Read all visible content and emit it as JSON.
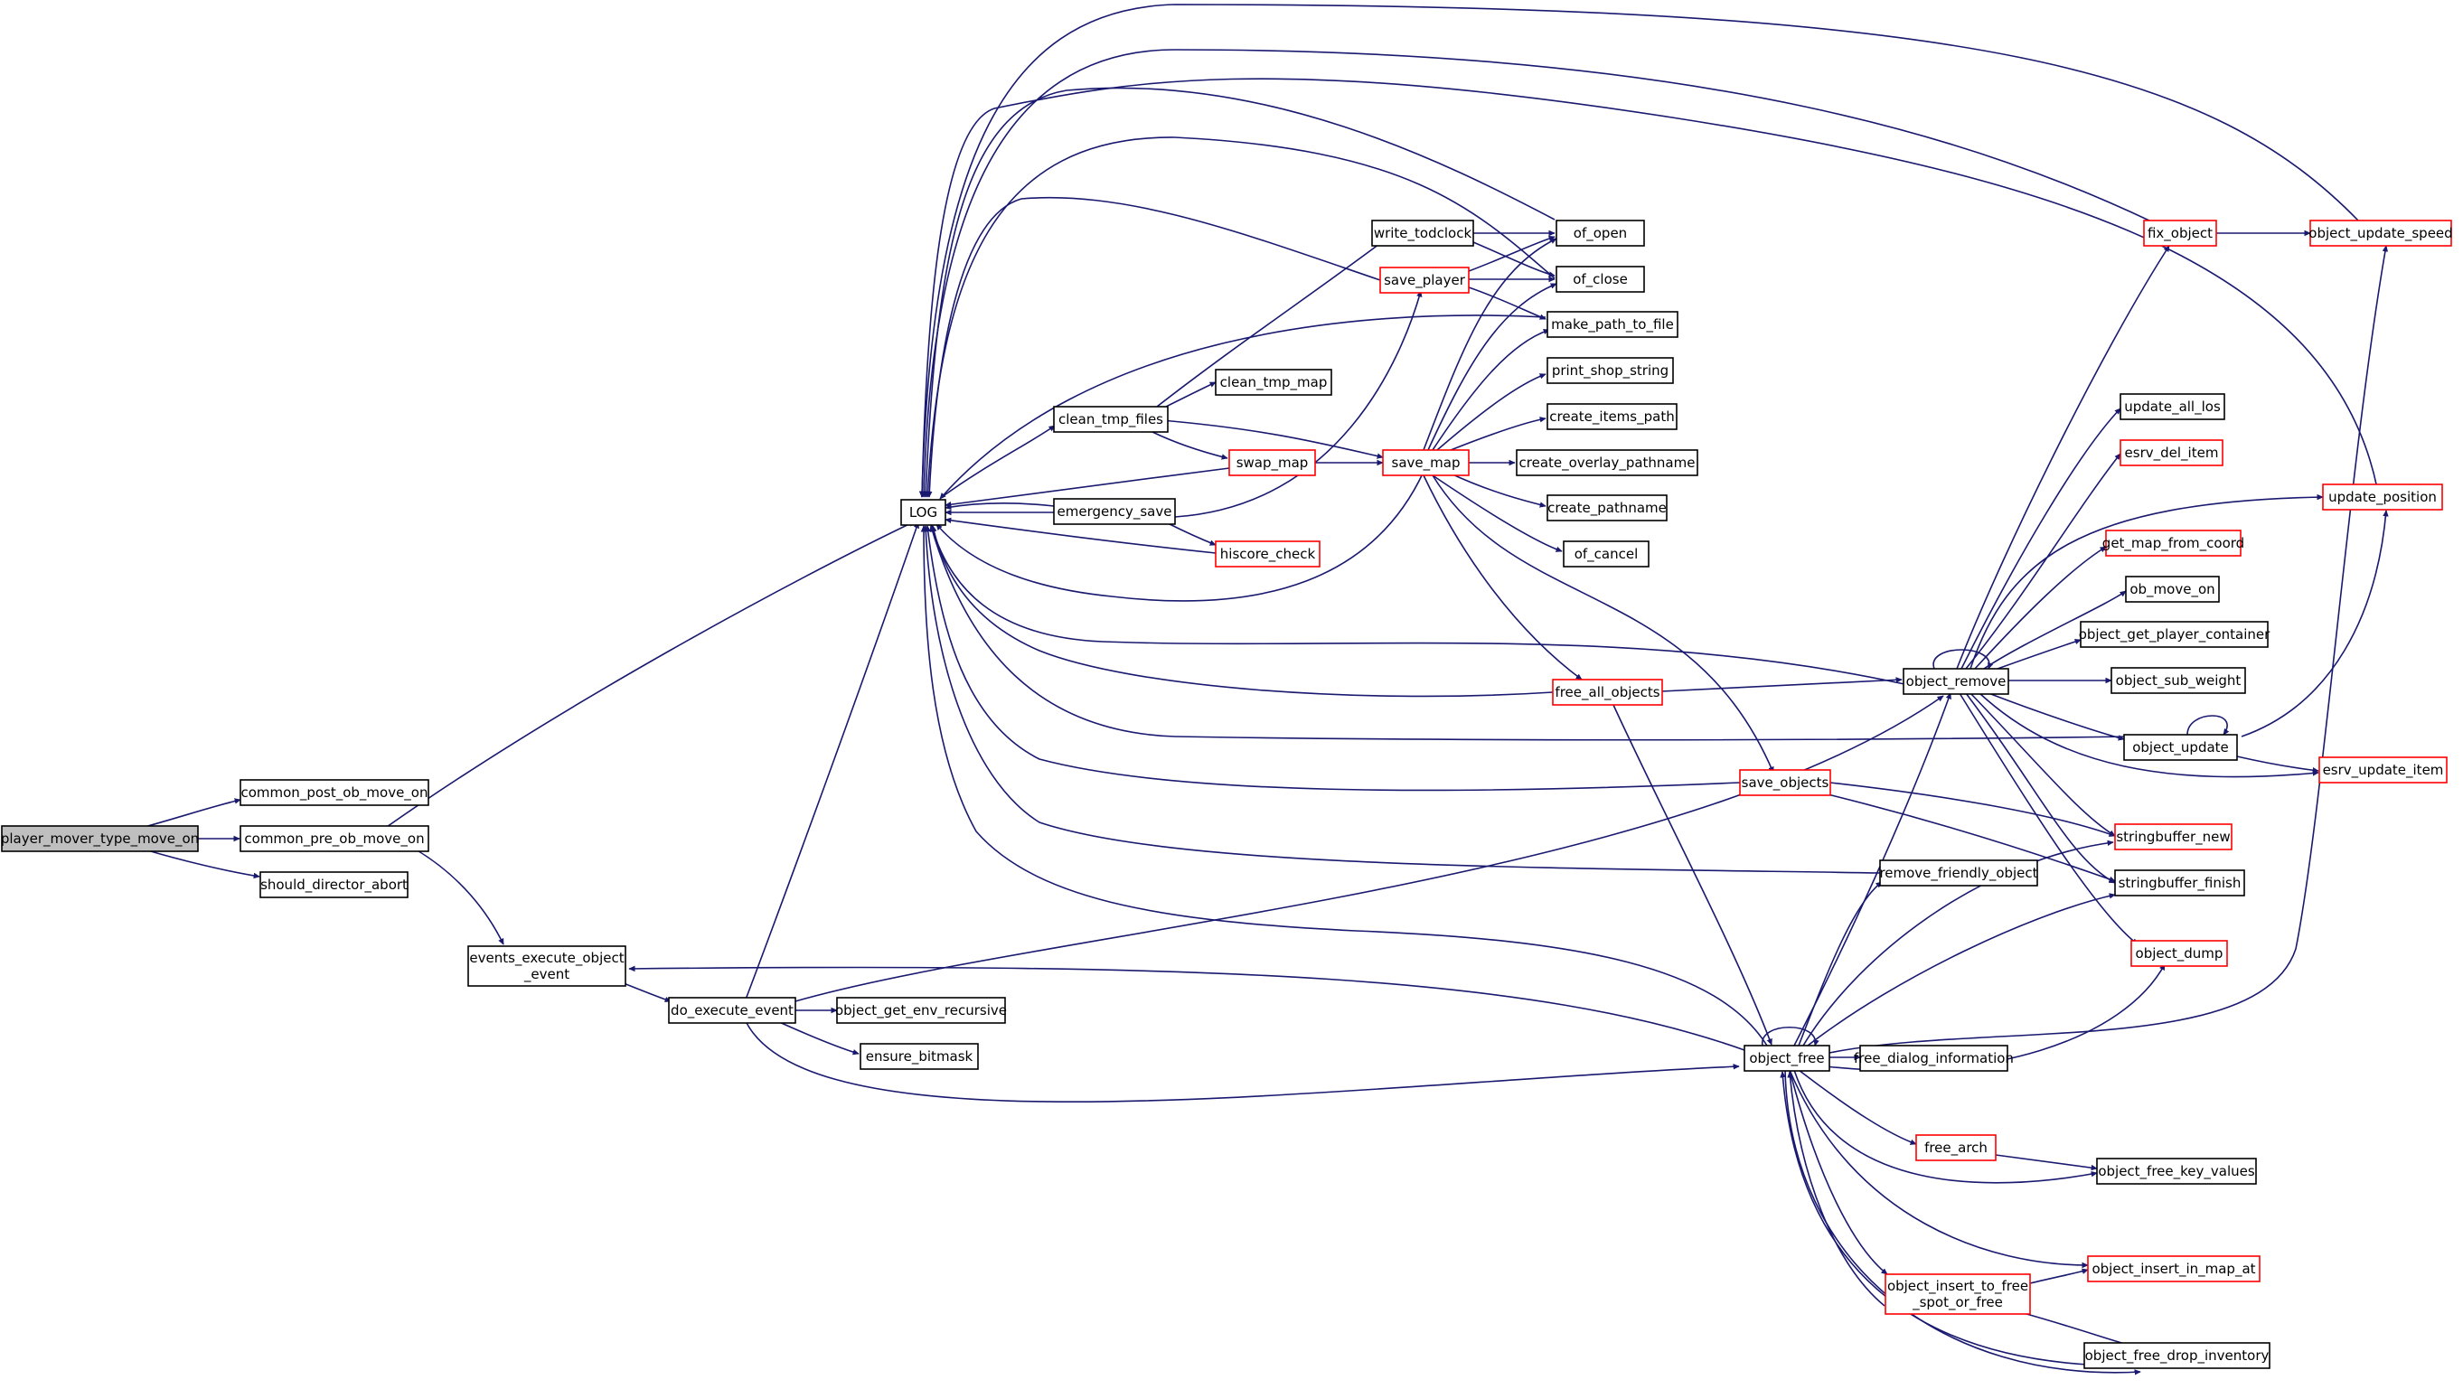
{
  "colors": {
    "edge": "#191970",
    "normal_border": "#000000",
    "red_border": "#ff0000",
    "root_fill": "#bfbfbf"
  },
  "nodes": {
    "root": {
      "lines": [
        "player_mover_type_move_on"
      ],
      "kind": "root"
    },
    "common_post": {
      "lines": [
        "common_post_ob_move_on"
      ],
      "kind": "normal"
    },
    "common_pre": {
      "lines": [
        "common_pre_ob_move_on"
      ],
      "kind": "normal"
    },
    "should_abort": {
      "lines": [
        "should_director_abort"
      ],
      "kind": "normal"
    },
    "events_exec": {
      "lines": [
        "events_execute_object",
        "_event"
      ],
      "kind": "normal"
    },
    "do_exec": {
      "lines": [
        "do_execute_event"
      ],
      "kind": "normal"
    },
    "get_env": {
      "lines": [
        "object_get_env_recursive"
      ],
      "kind": "normal"
    },
    "ensure_bm": {
      "lines": [
        "ensure_bitmask"
      ],
      "kind": "normal"
    },
    "log": {
      "lines": [
        "LOG"
      ],
      "kind": "normal"
    },
    "write_tod": {
      "lines": [
        "write_todclock"
      ],
      "kind": "normal"
    },
    "save_player": {
      "lines": [
        "save_player"
      ],
      "kind": "red"
    },
    "clean_tmp_map": {
      "lines": [
        "clean_tmp_map"
      ],
      "kind": "normal"
    },
    "clean_tmp_files": {
      "lines": [
        "clean_tmp_files"
      ],
      "kind": "normal"
    },
    "swap_map": {
      "lines": [
        "swap_map"
      ],
      "kind": "red"
    },
    "emergency": {
      "lines": [
        "emergency_save"
      ],
      "kind": "normal"
    },
    "hiscore": {
      "lines": [
        "hiscore_check"
      ],
      "kind": "red"
    },
    "save_map": {
      "lines": [
        "save_map"
      ],
      "kind": "red"
    },
    "of_open": {
      "lines": [
        "of_open"
      ],
      "kind": "normal"
    },
    "of_close": {
      "lines": [
        "of_close"
      ],
      "kind": "normal"
    },
    "make_path": {
      "lines": [
        "make_path_to_file"
      ],
      "kind": "normal"
    },
    "print_shop": {
      "lines": [
        "print_shop_string"
      ],
      "kind": "normal"
    },
    "items_path": {
      "lines": [
        "create_items_path"
      ],
      "kind": "normal"
    },
    "overlay": {
      "lines": [
        "create_overlay_pathname"
      ],
      "kind": "normal"
    },
    "create_path": {
      "lines": [
        "create_pathname"
      ],
      "kind": "normal"
    },
    "of_cancel": {
      "lines": [
        "of_cancel"
      ],
      "kind": "normal"
    },
    "free_all": {
      "lines": [
        "free_all_objects"
      ],
      "kind": "red"
    },
    "save_objects": {
      "lines": [
        "save_objects"
      ],
      "kind": "red"
    },
    "remove_friendly": {
      "lines": [
        "remove_friendly_object"
      ],
      "kind": "normal"
    },
    "object_free": {
      "lines": [
        "object_free"
      ],
      "kind": "normal"
    },
    "object_remove": {
      "lines": [
        "object_remove"
      ],
      "kind": "normal"
    },
    "fix_object": {
      "lines": [
        "fix_object"
      ],
      "kind": "red"
    },
    "update_speed": {
      "lines": [
        "object_update_speed"
      ],
      "kind": "red"
    },
    "update_los": {
      "lines": [
        "update_all_los"
      ],
      "kind": "normal"
    },
    "esrv_del": {
      "lines": [
        "esrv_del_item"
      ],
      "kind": "red"
    },
    "update_pos": {
      "lines": [
        "update_position"
      ],
      "kind": "red"
    },
    "map_coord": {
      "lines": [
        "get_map_from_coord"
      ],
      "kind": "red"
    },
    "ob_move_on": {
      "lines": [
        "ob_move_on"
      ],
      "kind": "normal"
    },
    "player_cont": {
      "lines": [
        "object_get_player_container"
      ],
      "kind": "normal"
    },
    "sub_weight": {
      "lines": [
        "object_sub_weight"
      ],
      "kind": "normal"
    },
    "obj_update": {
      "lines": [
        "object_update"
      ],
      "kind": "normal"
    },
    "esrv_update": {
      "lines": [
        "esrv_update_item"
      ],
      "kind": "red"
    },
    "sb_new": {
      "lines": [
        "stringbuffer_new"
      ],
      "kind": "red"
    },
    "sb_finish": {
      "lines": [
        "stringbuffer_finish"
      ],
      "kind": "normal"
    },
    "obj_dump": {
      "lines": [
        "object_dump"
      ],
      "kind": "red"
    },
    "free_dialog": {
      "lines": [
        "free_dialog_information"
      ],
      "kind": "normal"
    },
    "free_arch": {
      "lines": [
        "free_arch"
      ],
      "kind": "red"
    },
    "free_kv": {
      "lines": [
        "object_free_key_values"
      ],
      "kind": "normal"
    },
    "insert_map": {
      "lines": [
        "object_insert_in_map_at"
      ],
      "kind": "red"
    },
    "insert_free": {
      "lines": [
        "object_insert_to_free",
        "_spot_or_free"
      ],
      "kind": "red"
    },
    "drop_inv": {
      "lines": [
        "object_free_drop_inventory"
      ],
      "kind": "normal"
    }
  }
}
